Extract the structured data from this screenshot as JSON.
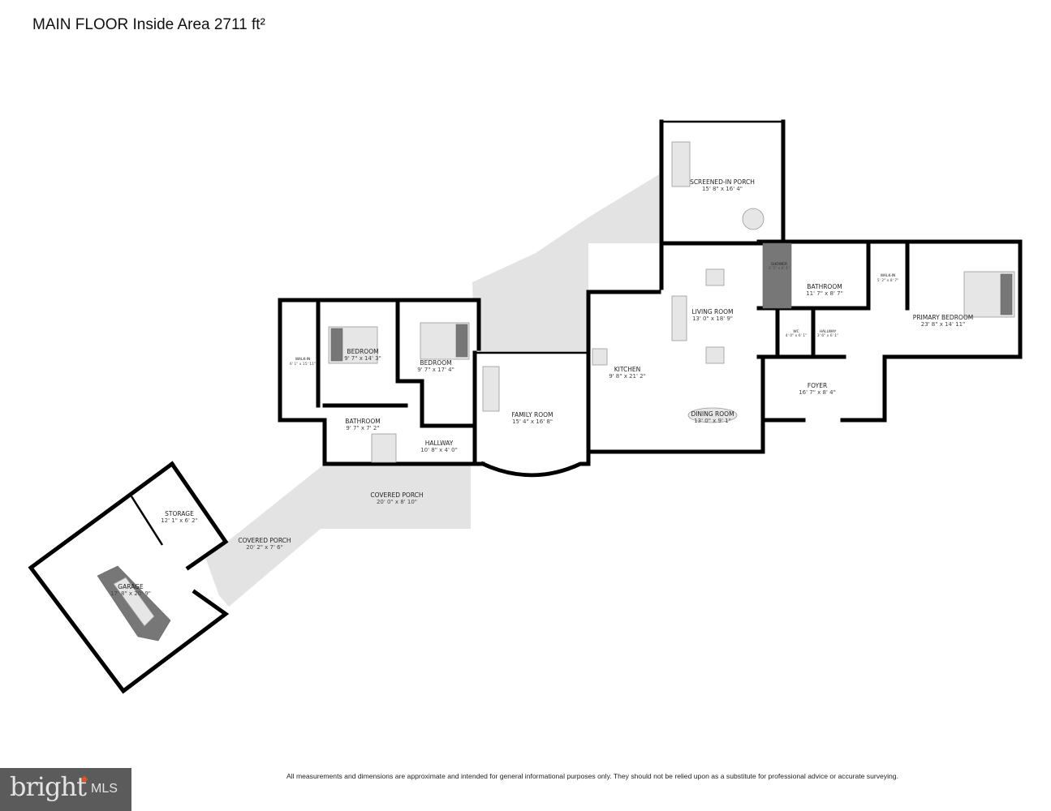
{
  "title": "MAIN FLOOR Inside Area 2711 ft²",
  "disclaimer": "All measurements and dimensions are approximate and intended for general informational purposes only. They should not be relied upon as a substitute for professional advice or accurate surveying.",
  "logo": {
    "text": "bright MLS",
    "accent_color": "#e0522a",
    "background": "#5b5b5b"
  },
  "rooms": [
    {
      "name": "SCREENED-IN PORCH",
      "dims": "15' 8\" x 16' 4\""
    },
    {
      "name": "LIVING ROOM",
      "dims": "13' 0\" x 18' 9\""
    },
    {
      "name": "KITCHEN",
      "dims": "9' 8\" x 21' 2\""
    },
    {
      "name": "DINING ROOM",
      "dims": "13' 0\" x 9' 1\""
    },
    {
      "name": "FAMILY ROOM",
      "dims": "15' 4\" x 16' 8\""
    },
    {
      "name": "BEDROOM",
      "dims": "9' 7\" x 14' 3\""
    },
    {
      "name": "WALK-IN",
      "dims": "6' 1\" x 15' 11\""
    },
    {
      "name": "BEDROOM",
      "dims": "9' 7\" x 17' 4\""
    },
    {
      "name": "BATHROOM",
      "dims": "9' 7\" x 7' 2\""
    },
    {
      "name": "HALLWAY",
      "dims": "10' 8\" x 4' 0\""
    },
    {
      "name": "SHOWER",
      "dims": "3' 5\" x 6' 1\""
    },
    {
      "name": "BATHROOM",
      "dims": "11' 7\" x 8' 7\""
    },
    {
      "name": "WC",
      "dims": "4' 0\" x 6' 1\""
    },
    {
      "name": "HALLWAY",
      "dims": "3' 6\" x 6' 1\""
    },
    {
      "name": "WALK-IN",
      "dims": "5' 2\" x 8' 7\""
    },
    {
      "name": "PRIMARY BEDROOM",
      "dims": "23' 8\" x 14' 11\""
    },
    {
      "name": "FOYER",
      "dims": "16' 7\" x 8' 4\""
    },
    {
      "name": "COVERED PORCH",
      "dims": "20' 0\" x 8' 10\""
    },
    {
      "name": "COVERED PORCH",
      "dims": "20' 2\" x 7' 6\""
    },
    {
      "name": "STORAGE",
      "dims": "12' 1\" x 6' 2\""
    },
    {
      "name": "GARAGE",
      "dims": "17' 8\" x 20' 9\""
    }
  ]
}
